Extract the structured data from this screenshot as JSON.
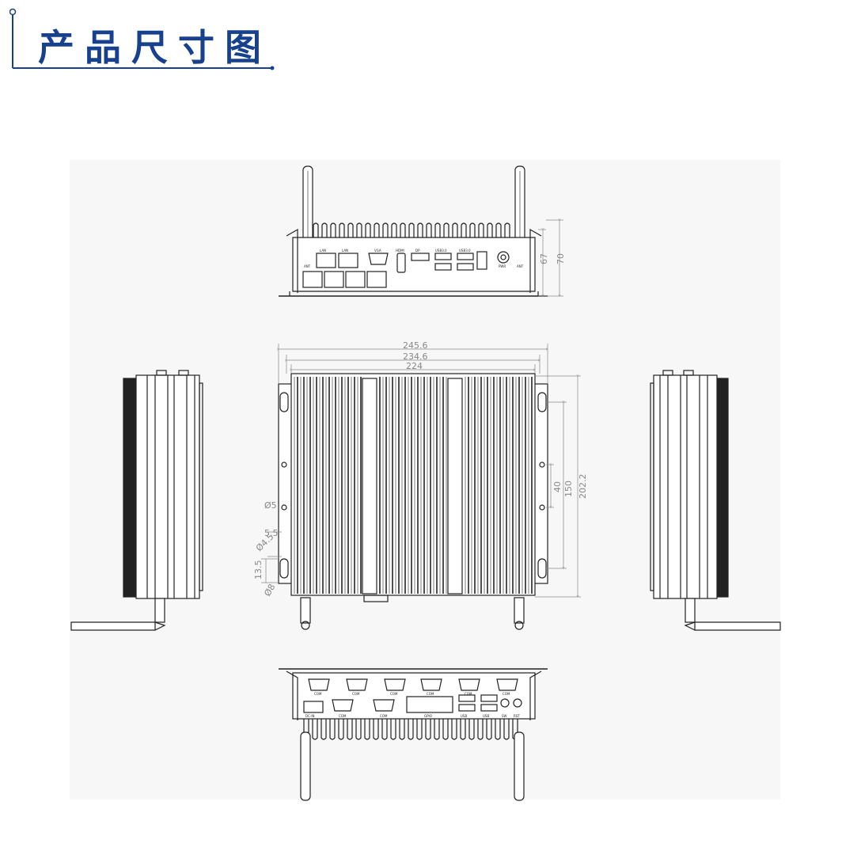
{
  "header": {
    "title": "产品尺寸图",
    "accent_color": "#17418f"
  },
  "front_view": {
    "port_labels": [
      "LAN",
      "LAN",
      "VGA",
      "HDMI",
      "DP",
      "USB3.0",
      "USB3.0",
      "PWR",
      "ANT",
      "ANT"
    ],
    "dim_height_inner": "67",
    "dim_height_outer": "70"
  },
  "top_view": {
    "dim_width_overall": "245.6",
    "dim_width_mount": "234.6",
    "dim_width_body": "224",
    "dim_v_40": "40",
    "dim_v_150": "150",
    "dim_v_202": "202.2",
    "dim_hole_5": "Ø5",
    "dim_5_5": "5.5",
    "dim_hole_4_5": "Ø4.5",
    "dim_13_5": "13.5",
    "dim_hole_8": "Ø8"
  },
  "rear_view": {
    "port_labels": [
      "COM",
      "COM",
      "COM",
      "COM",
      "COM",
      "COM",
      "DC-IN",
      "COM",
      "COM",
      "GPIO",
      "USB",
      "USB",
      "SW",
      "RST"
    ]
  }
}
